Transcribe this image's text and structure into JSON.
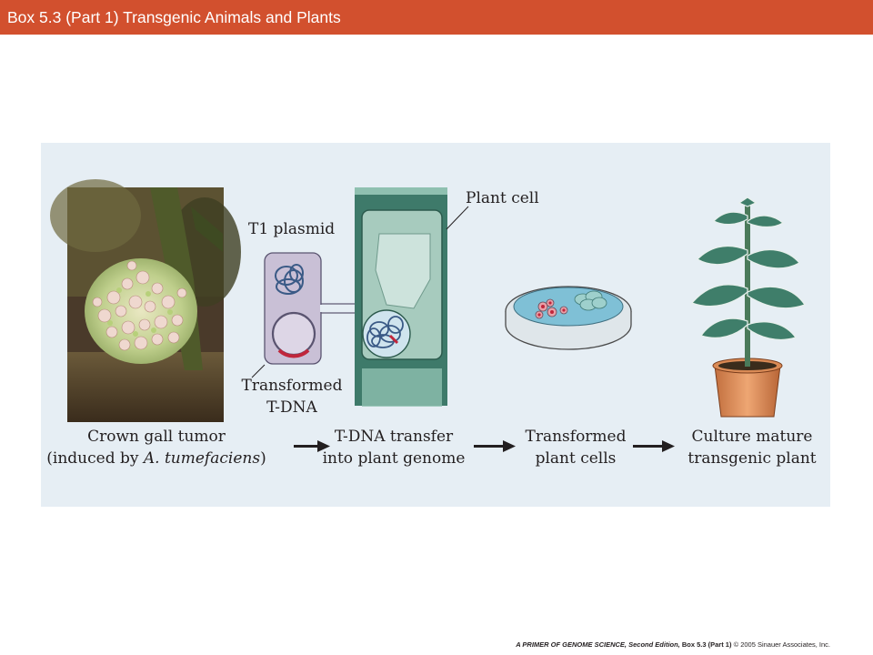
{
  "header": {
    "title": "Box 5.3 (Part 1)  Transgenic Animals and Plants"
  },
  "figure": {
    "callouts": {
      "plasmid": "T1 plasmid",
      "plant_cell": "Plant cell",
      "transformed_line1": "Transformed",
      "transformed_line2": "T-DNA"
    },
    "steps": [
      {
        "line1": "Crown gall tumor",
        "line2_prefix": "(induced by ",
        "line2_italic": "A. tumefaciens",
        "line2_suffix": ")"
      },
      {
        "line1": "T-DNA transfer",
        "line2": "into plant genome"
      },
      {
        "line1": "Transformed",
        "line2": "plant cells"
      },
      {
        "line1": "Culture mature",
        "line2": "transgenic plant"
      }
    ],
    "colors": {
      "panel_bg": "#e6eef4",
      "cell_wall": "#3e7a6a",
      "cell_fill": "#a7cbbe",
      "plasmid_box": "#c9c0d6",
      "dna_accent": "#c0263b",
      "petri_fill": "#7fc0d6",
      "leaf": "#3f7e6a",
      "pot": "#d98a55"
    },
    "icons": [
      "tumor-photo",
      "plasmid-icon",
      "plant-cell-icon",
      "petri-dish-icon",
      "potted-plant-icon",
      "arrow-right-icon"
    ]
  },
  "footer": {
    "book": "A PRIMER OF GENOME SCIENCE, Second Edition,",
    "box": "Box 5.3 (Part 1)",
    "copyright": "© 2005 Sinauer Associates, Inc."
  }
}
